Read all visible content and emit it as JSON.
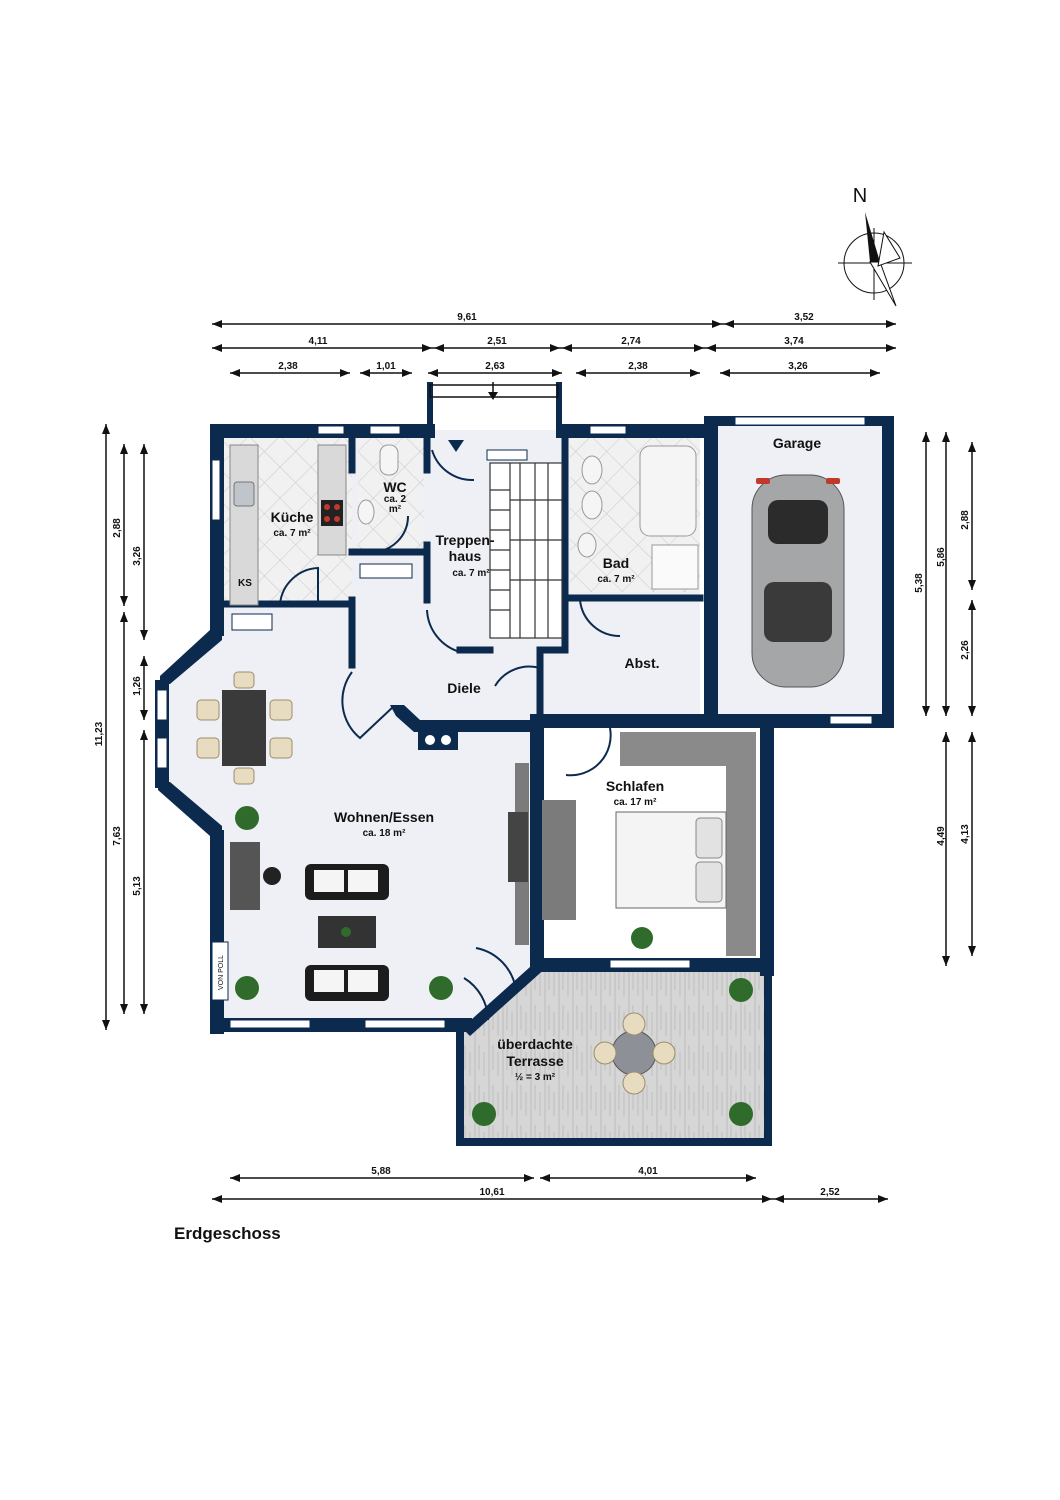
{
  "floor_name": "Erdgeschoss",
  "compass": {
    "north": "N"
  },
  "rooms": {
    "kueche": {
      "name": "Küche",
      "area": "ca. 7 m²"
    },
    "wc": {
      "name": "WC",
      "area_line1": "ca. 2",
      "area_line2": "m²"
    },
    "treppenhaus": {
      "name_line1": "Treppen-",
      "name_line2": "haus",
      "area": "ca. 7 m²"
    },
    "bad": {
      "name": "Bad",
      "area": "ca. 7 m²"
    },
    "garage": {
      "name": "Garage"
    },
    "abst": {
      "name": "Abst."
    },
    "diele": {
      "name": "Diele"
    },
    "wohnen": {
      "name": "Wohnen/Essen",
      "area": "ca. 18 m²"
    },
    "schlafen": {
      "name": "Schlafen",
      "area": "ca. 17 m²"
    },
    "terrasse": {
      "name_line1": "überdachte",
      "name_line2": "Terrasse",
      "area": "½ = 3 m²"
    }
  },
  "fixtures": {
    "ks": "KS"
  },
  "logo": {
    "text": "VON POLL"
  },
  "dimensions": {
    "top": {
      "d1": "9,61",
      "d2": "3,52",
      "d3": "4,11",
      "d4": "2,51",
      "d5": "2,74",
      "d6": "3,74",
      "d7": "2,38",
      "d8": "1,01",
      "d9": "2,63",
      "d10": "2,38",
      "d11": "3,26"
    },
    "left": {
      "l1": "11,23",
      "l2": "2,88",
      "l3": "3,26",
      "l4": "1,26",
      "l5": "7,63",
      "l6": "5,13"
    },
    "right": {
      "r1": "5,38",
      "r2": "5,86",
      "r3": "2,88",
      "r4": "2,26",
      "r5": "4,49",
      "r6": "4,13"
    },
    "bottom": {
      "b1": "5,88",
      "b2": "4,01",
      "b3": "10,61",
      "b4": "2,52"
    }
  }
}
